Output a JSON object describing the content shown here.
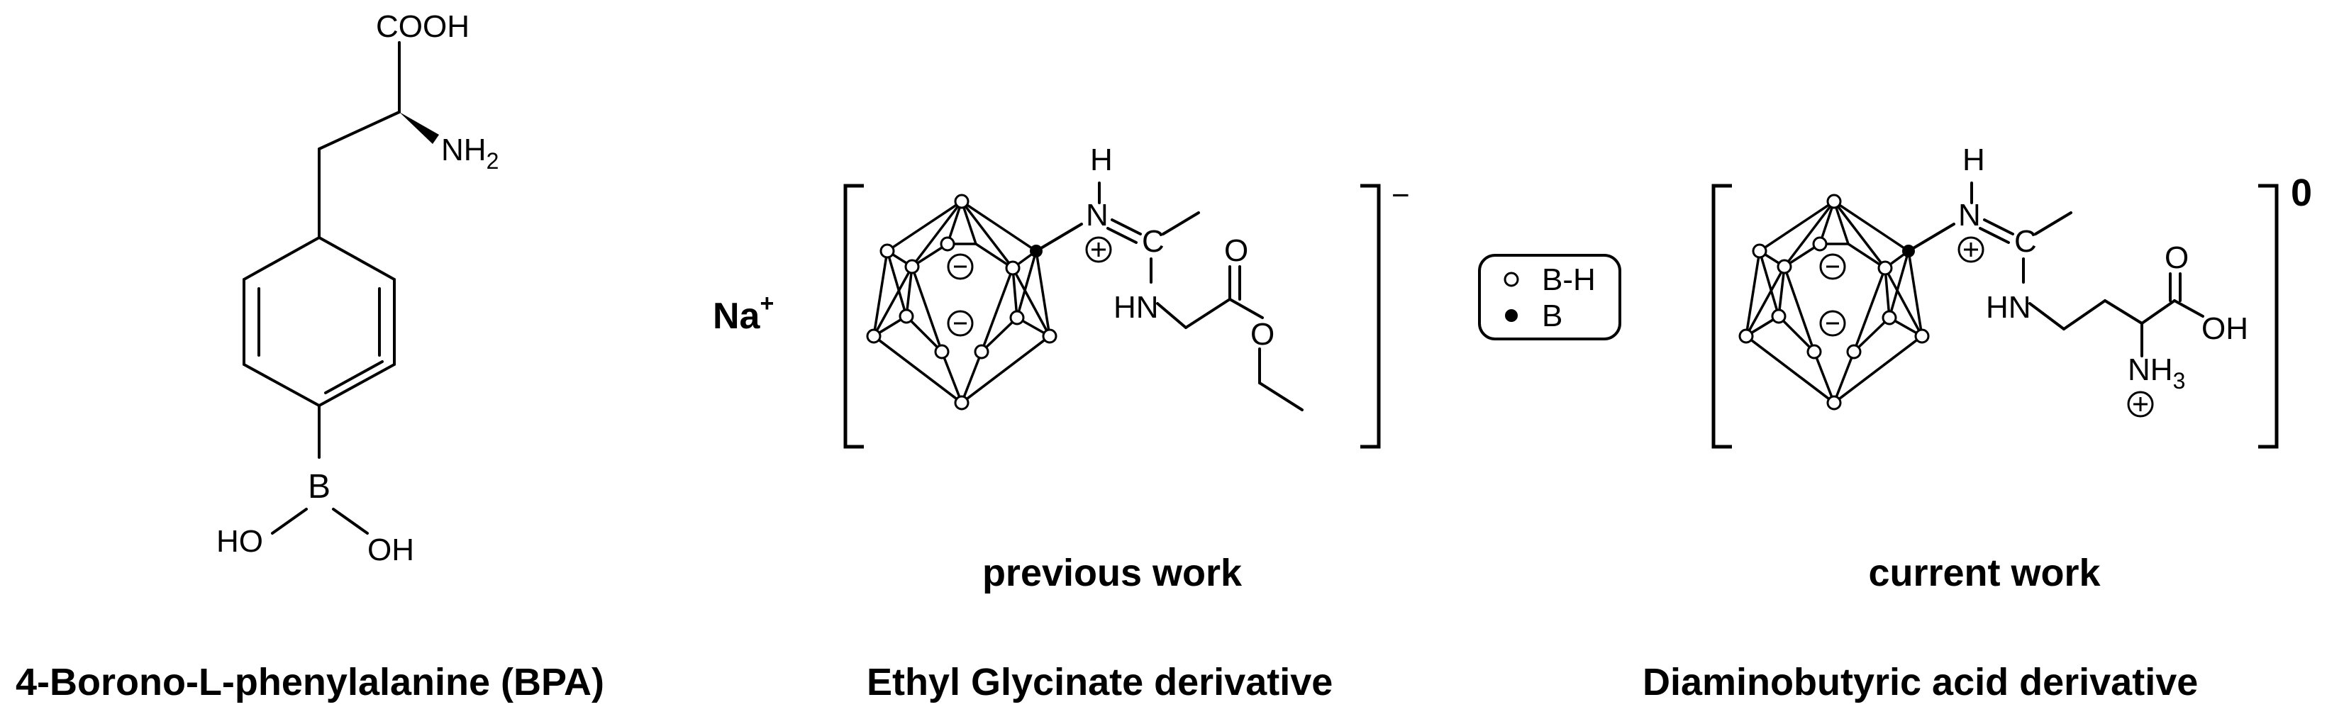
{
  "captions": {
    "bpa": "4-Borono-L-phenylalanine (BPA)",
    "glycinate": "Ethyl Glycinate derivative",
    "diaminobutyric": "Diaminobutyric acid derivative"
  },
  "labels": {
    "previous": "previous work",
    "current": "current work"
  },
  "legend": {
    "bh": "B-H",
    "b": "B"
  },
  "counterion": {
    "symbol": "Na",
    "charge": "+"
  },
  "charges": {
    "previous_complex": "−",
    "current_complex": "0"
  },
  "bpa_atoms": {
    "cooh": "COOH",
    "nh": "NH",
    "nh_sub": "2",
    "boron": "B",
    "ho": "HO",
    "oh": "OH"
  },
  "prev_atoms": {
    "h": "H",
    "n": "N",
    "c": "C",
    "hn": "HN",
    "o_carbonyl": "O",
    "o_ester": "O"
  },
  "curr_atoms": {
    "h": "H",
    "n": "N",
    "c": "C",
    "hn": "HN",
    "o_carbonyl": "O",
    "oh": "OH",
    "nh": "NH",
    "nh_sub": "3"
  }
}
